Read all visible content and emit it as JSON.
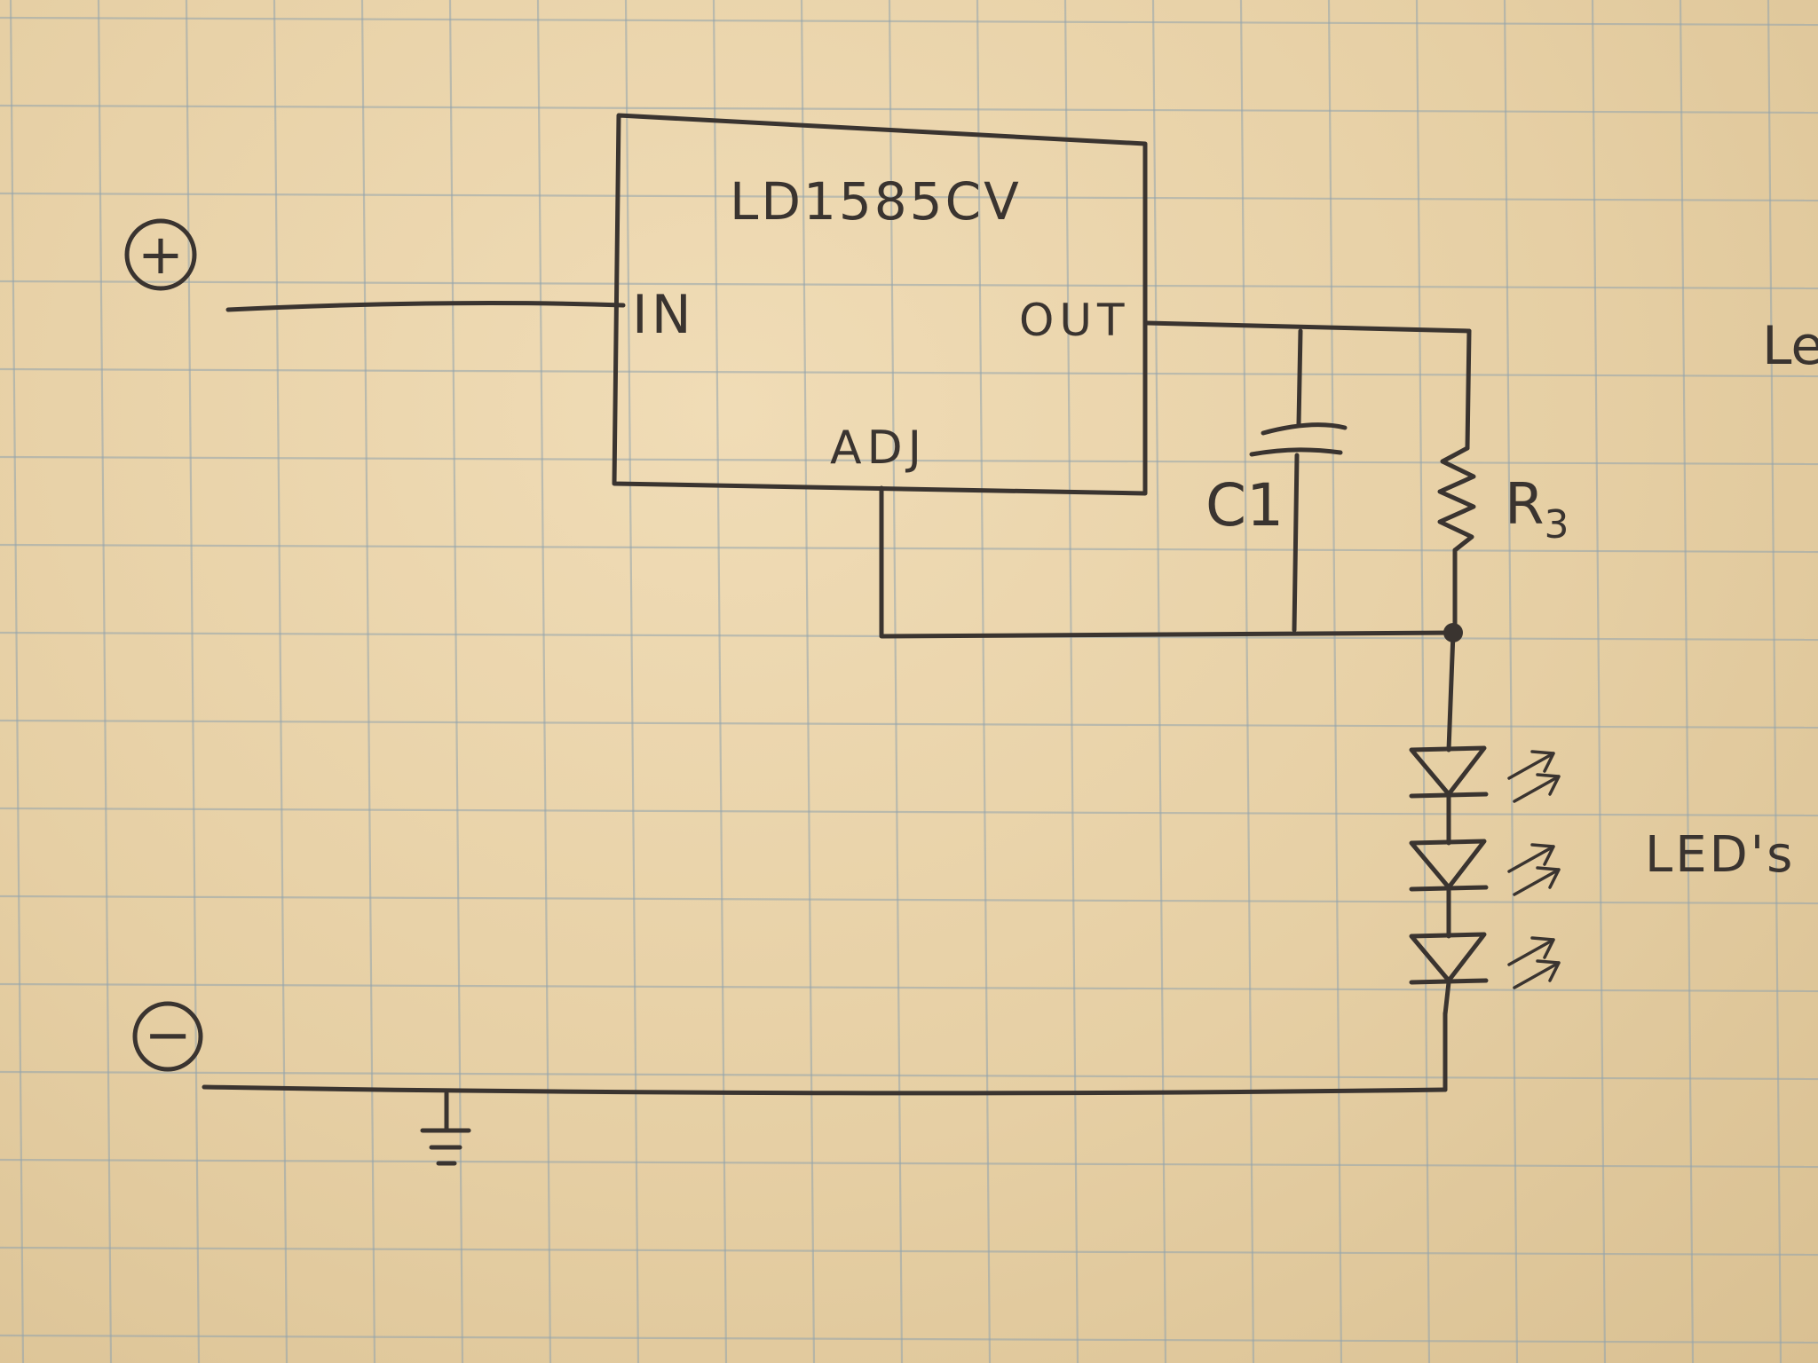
{
  "regulator": {
    "part_number": "LD1585CV",
    "pin_in": "IN",
    "pin_out": "OUT",
    "pin_adj": "ADJ"
  },
  "terminals": {
    "positive": "+",
    "negative": "−"
  },
  "components": {
    "capacitor_label": "C1",
    "resistor_label": "R",
    "resistor_subscript": "3",
    "leds_label": "LED's",
    "led_count": 3
  },
  "margin_text": "Le",
  "colors": {
    "paper": "#e8d3ab",
    "ink": "#3a3430",
    "grid": "#93a4ad"
  }
}
